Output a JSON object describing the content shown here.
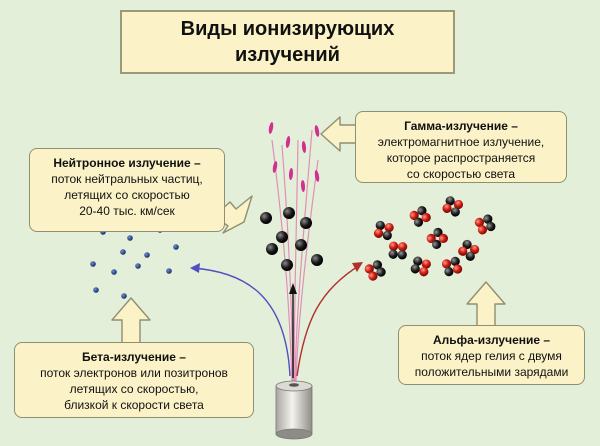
{
  "title": {
    "line1": "Виды ионизирующих",
    "line2": "излучений"
  },
  "neutron": {
    "head": "Нейтронное излучение –",
    "line1": "поток нейтральных частиц,",
    "line2": "летящих со скоростью",
    "line3": "20-40 тыс. км/сек"
  },
  "gamma": {
    "head": "Гамма-излучение –",
    "line1": "электромагнитное излучение,",
    "line2": "которое распространяется",
    "line3": "со скоростью света"
  },
  "beta": {
    "head": "Бета-излучение –",
    "line1": "поток электронов или позитронов",
    "line2": "летящих со скоростью,",
    "line3": "близкой к скорости света"
  },
  "alpha": {
    "head": "Альфа-излучение –",
    "line1": "поток ядер гелия с двумя",
    "line2": "положительными зарядами"
  },
  "colors": {
    "background": "#e4efd9",
    "box": "#fbf2c7",
    "gamma_rays": "#d0308f",
    "beta_particles": "#1b3f7a",
    "neutron_particles": "#1a1a1a",
    "alpha_red": "#d21e14",
    "alpha_dark": "#222222",
    "beta_trajectory": "#5050c0",
    "alpha_trajectory": "#b03030"
  }
}
